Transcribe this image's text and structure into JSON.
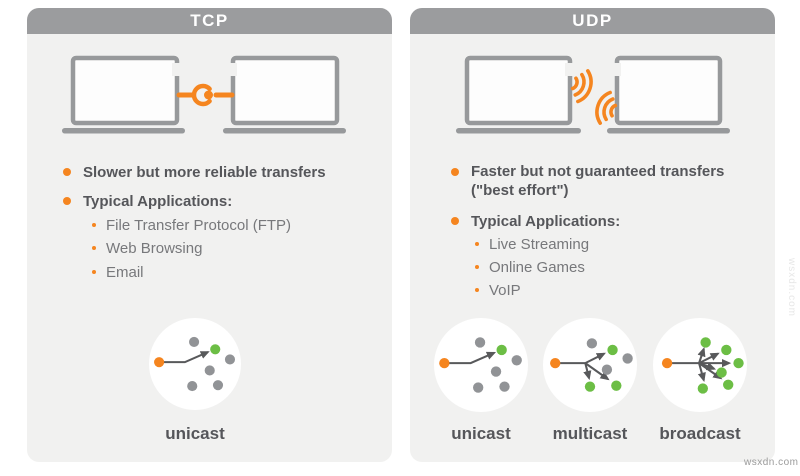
{
  "colors": {
    "orange": "#F5851F",
    "green": "#6CBE45",
    "device_gray": "#97999B",
    "header_gray": "#9B9C9E",
    "panel_bg": "#F1F1F0",
    "text_dark": "#55565A",
    "text_light": "#77787B",
    "arrow_line": "#58595B"
  },
  "tcp": {
    "title": "TCP",
    "bullet1": "Slower but more reliable transfers",
    "bullet2": "Typical Applications:",
    "applications": [
      "File Transfer Protocol (FTP)",
      "Web Browsing",
      "Email"
    ],
    "casts": [
      {
        "label": "unicast"
      }
    ]
  },
  "udp": {
    "title": "UDP",
    "bullet1_line1": "Faster but not guaranteed transfers",
    "bullet1_line2": "(\"best effort\")",
    "bullet2": "Typical Applications:",
    "applications": [
      "Live Streaming",
      "Online Games",
      "VoIP"
    ],
    "casts": [
      {
        "label": "unicast"
      },
      {
        "label": "multicast"
      },
      {
        "label": "broadcast"
      }
    ]
  },
  "watermark": {
    "bottom_right": "wsxdn.com",
    "right_edge": "wsxdn.com"
  }
}
